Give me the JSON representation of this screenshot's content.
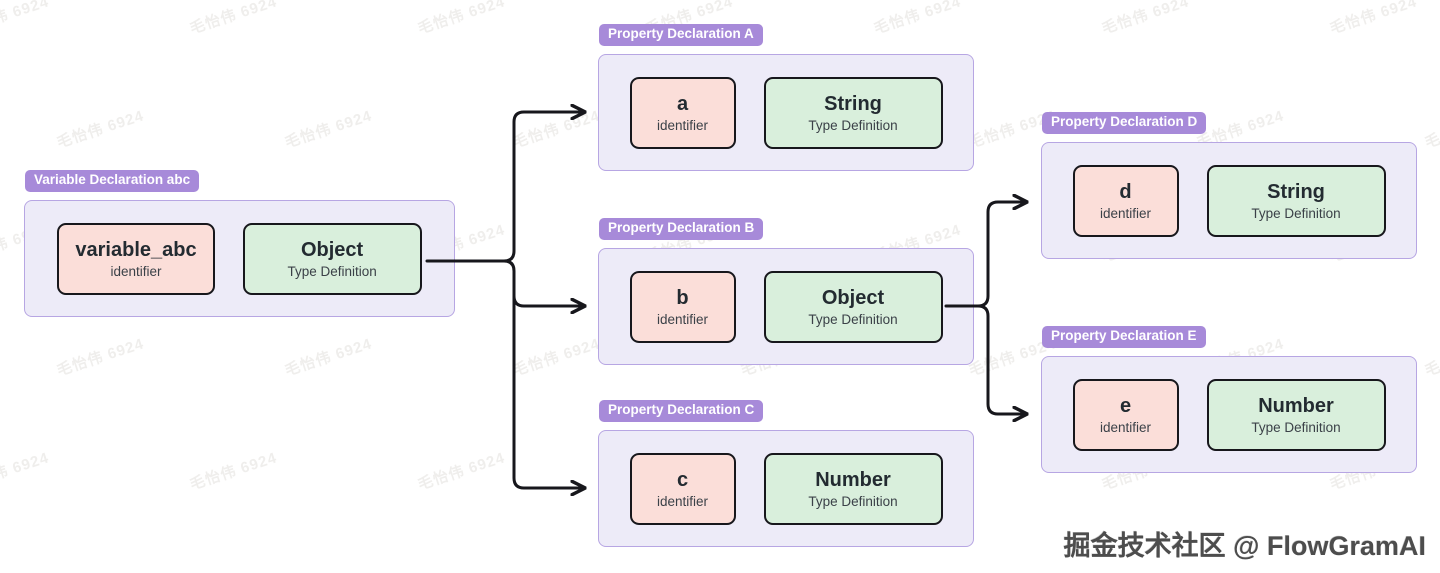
{
  "watermark": {
    "text": "毛怡伟 6924"
  },
  "footer": {
    "credit": "掘金技术社区 @ FlowGramAI"
  },
  "colors": {
    "badge_bg": "#a78ad9",
    "container_bg": "#edebf8",
    "container_border": "#b7a6e3",
    "identifier_bg": "#fbded9",
    "type_bg": "#d9efdc",
    "box_border": "#17171c",
    "arrow": "#17171c"
  },
  "nodes": [
    {
      "badge": "Variable Declaration abc",
      "identifier": "variable_abc",
      "identifier_label": "identifier",
      "type": "Object",
      "type_label": "Type Definition"
    },
    {
      "badge": "Property Declaration A",
      "identifier": "a",
      "identifier_label": "identifier",
      "type": "String",
      "type_label": "Type Definition"
    },
    {
      "badge": "Property Declaration B",
      "identifier": "b",
      "identifier_label": "identifier",
      "type": "Object",
      "type_label": "Type Definition"
    },
    {
      "badge": "Property Declaration C",
      "identifier": "c",
      "identifier_label": "identifier",
      "type": "Number",
      "type_label": "Type Definition"
    },
    {
      "badge": "Property Declaration D",
      "identifier": "d",
      "identifier_label": "identifier",
      "type": "String",
      "type_label": "Type Definition"
    },
    {
      "badge": "Property Declaration E",
      "identifier": "e",
      "identifier_label": "identifier",
      "type": "Number",
      "type_label": "Type Definition"
    }
  ],
  "edges": [
    {
      "from": "Variable Declaration abc",
      "to": "Property Declaration A"
    },
    {
      "from": "Variable Declaration abc",
      "to": "Property Declaration B"
    },
    {
      "from": "Variable Declaration abc",
      "to": "Property Declaration C"
    },
    {
      "from": "Property Declaration B",
      "to": "Property Declaration D"
    },
    {
      "from": "Property Declaration B",
      "to": "Property Declaration E"
    }
  ]
}
